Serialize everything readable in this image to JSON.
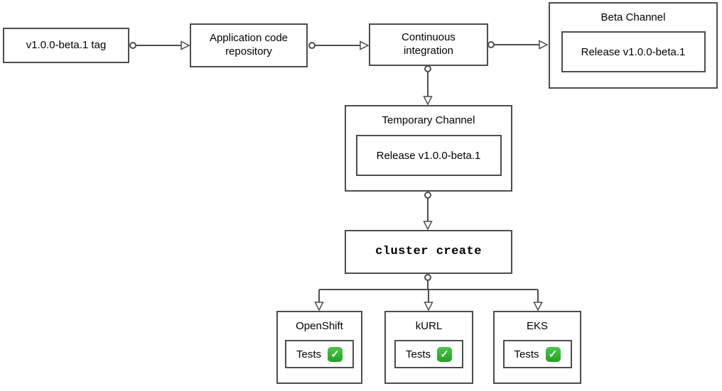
{
  "colors": {
    "stroke": "#4d4d4d",
    "background": "#ffffff",
    "text": "#000000",
    "check_green_light": "#4ec44e",
    "check_green_dark": "#1ea41e"
  },
  "icons": {
    "tests_status": {
      "name": "green-check-icon",
      "glyph": "✓"
    }
  },
  "nodes": {
    "tag": {
      "label": "v1.0.0-beta.1 tag"
    },
    "app_repo": {
      "label": "Application code repository"
    },
    "ci": {
      "label": "Continuous integration"
    },
    "beta_channel": {
      "title": "Beta Channel",
      "release_label": "Release v1.0.0-beta.1"
    },
    "temp_channel": {
      "title": "Temporary Channel",
      "release_label": "Release v1.0.0-beta.1"
    },
    "cluster_create": {
      "label": "cluster create"
    },
    "clusters": [
      {
        "title": "OpenShift",
        "tests_label": "Tests"
      },
      {
        "title": "kURL",
        "tests_label": "Tests"
      },
      {
        "title": "EKS",
        "tests_label": "Tests"
      }
    ]
  }
}
